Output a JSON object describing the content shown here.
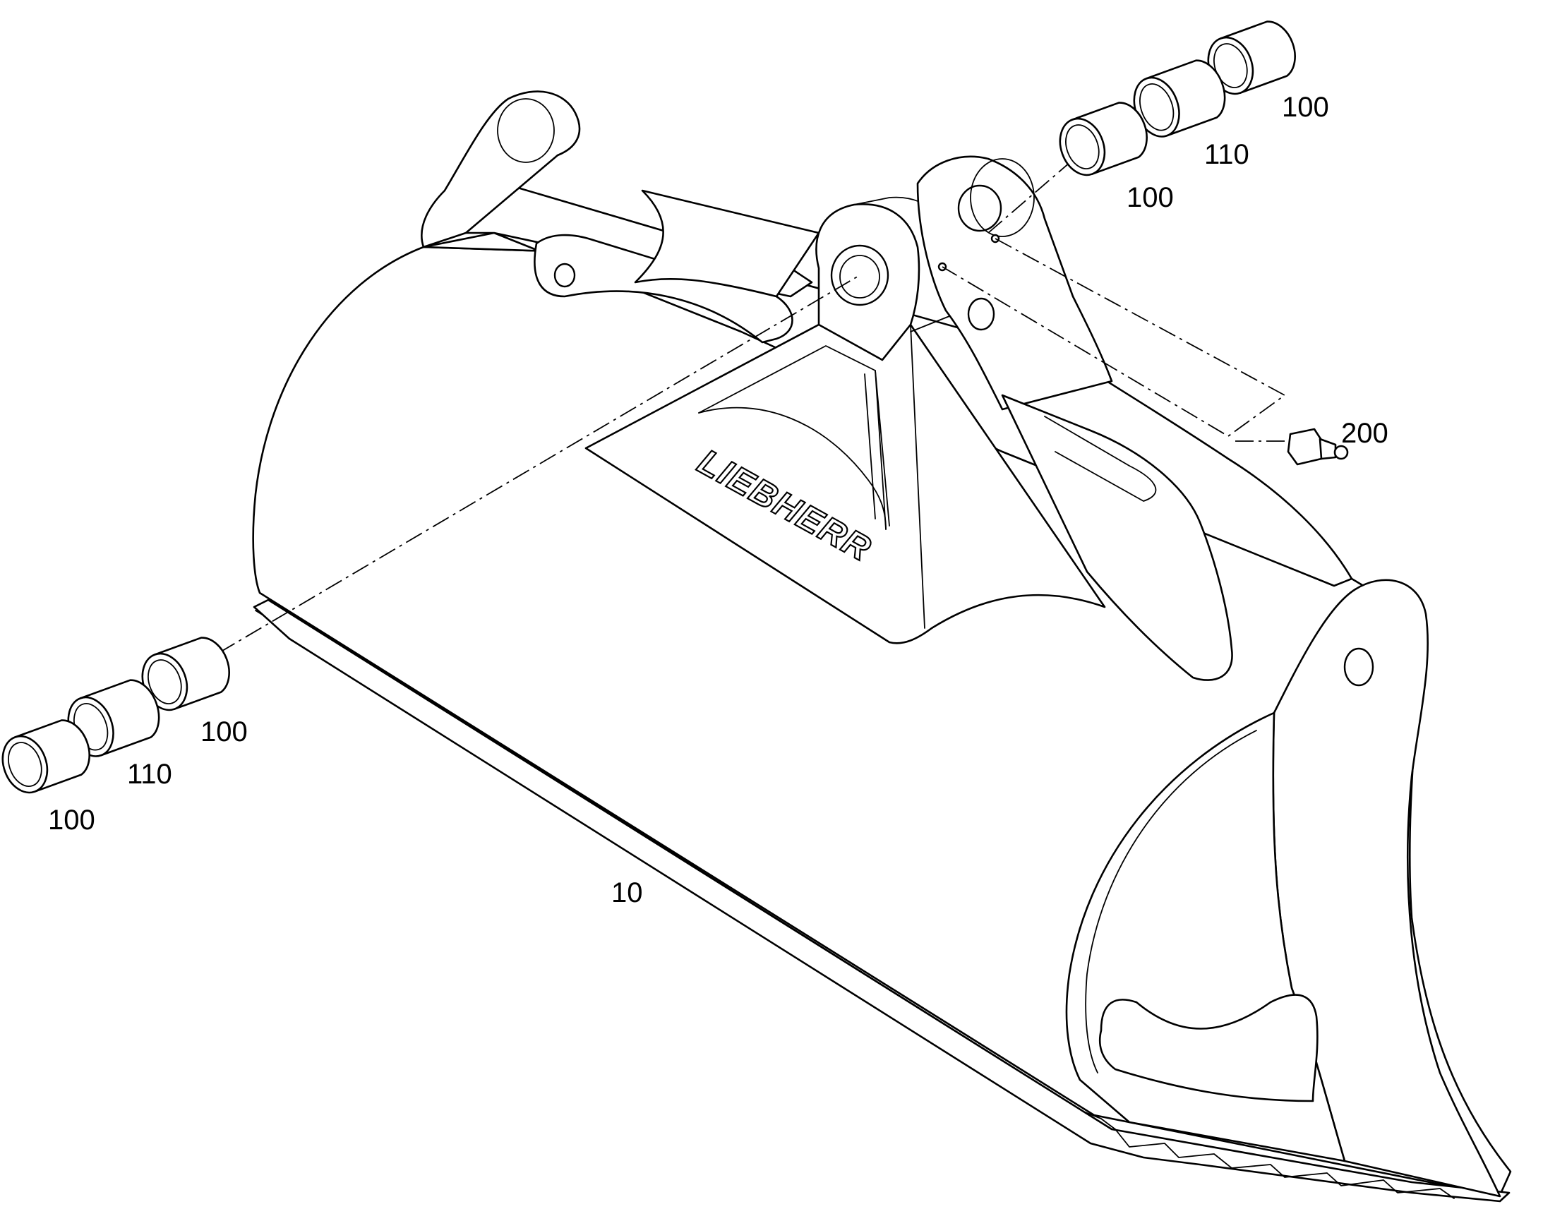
{
  "diagram": {
    "brand_text": "LIEBHERR",
    "callouts": {
      "bucket": "10",
      "bushing_top_left": "100",
      "spacer_top": "110",
      "bushing_top_right": "100",
      "grease_nipple": "200",
      "bushing_bottom_right": "100",
      "spacer_bottom": "110",
      "bushing_bottom_left": "100"
    }
  }
}
